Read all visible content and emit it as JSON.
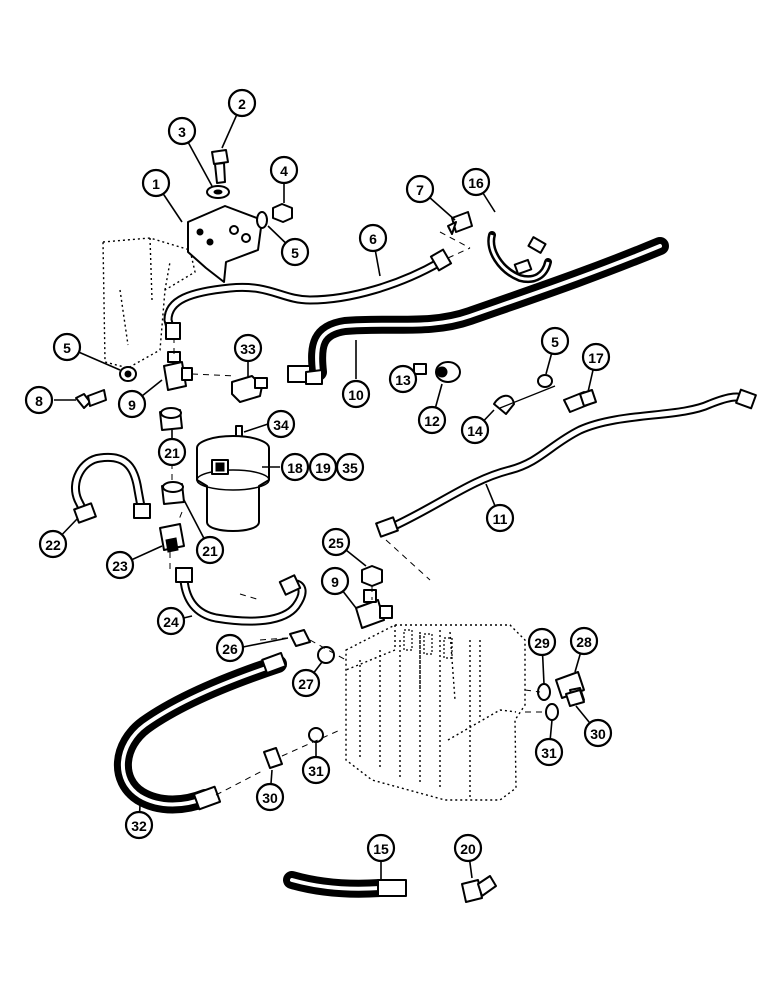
{
  "callouts": [
    {
      "id": "c1",
      "label": "1"
    },
    {
      "id": "c2",
      "label": "2"
    },
    {
      "id": "c3",
      "label": "3"
    },
    {
      "id": "c4",
      "label": "4"
    },
    {
      "id": "c5a",
      "label": "5"
    },
    {
      "id": "c5b",
      "label": "5"
    },
    {
      "id": "c5c",
      "label": "5"
    },
    {
      "id": "c6",
      "label": "6"
    },
    {
      "id": "c7",
      "label": "7"
    },
    {
      "id": "c8",
      "label": "8"
    },
    {
      "id": "c9a",
      "label": "9"
    },
    {
      "id": "c9b",
      "label": "9"
    },
    {
      "id": "c10",
      "label": "10"
    },
    {
      "id": "c11",
      "label": "11"
    },
    {
      "id": "c12",
      "label": "12"
    },
    {
      "id": "c13",
      "label": "13"
    },
    {
      "id": "c14",
      "label": "14"
    },
    {
      "id": "c15",
      "label": "15"
    },
    {
      "id": "c16",
      "label": "16"
    },
    {
      "id": "c17",
      "label": "17"
    },
    {
      "id": "c18",
      "label": "18"
    },
    {
      "id": "c19",
      "label": "19"
    },
    {
      "id": "c35",
      "label": "35"
    },
    {
      "id": "c20",
      "label": "20"
    },
    {
      "id": "c21a",
      "label": "21"
    },
    {
      "id": "c21b",
      "label": "21"
    },
    {
      "id": "c22",
      "label": "22"
    },
    {
      "id": "c23",
      "label": "23"
    },
    {
      "id": "c24",
      "label": "24"
    },
    {
      "id": "c25",
      "label": "25"
    },
    {
      "id": "c26",
      "label": "26"
    },
    {
      "id": "c27",
      "label": "27"
    },
    {
      "id": "c28",
      "label": "28"
    },
    {
      "id": "c29",
      "label": "29"
    },
    {
      "id": "c30a",
      "label": "30"
    },
    {
      "id": "c30b",
      "label": "30"
    },
    {
      "id": "c31a",
      "label": "31"
    },
    {
      "id": "c31b",
      "label": "31"
    },
    {
      "id": "c32",
      "label": "32"
    },
    {
      "id": "c33",
      "label": "33"
    },
    {
      "id": "c34",
      "label": "34"
    }
  ]
}
